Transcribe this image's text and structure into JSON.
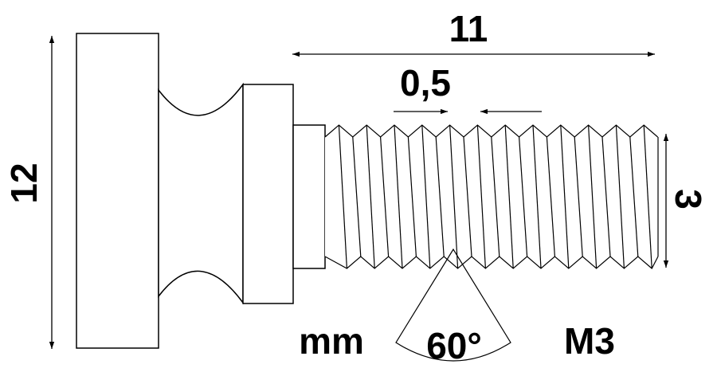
{
  "dimensions": {
    "head_height": "12",
    "thread_length": "11",
    "pitch": "0,5",
    "thread_diameter": "3"
  },
  "labels": {
    "unit": "mm",
    "thread_angle": "60°",
    "thread_spec": "M3"
  },
  "colors": {
    "line": "#000000",
    "background": "#ffffff"
  },
  "icons": {
    "arrowhead": "dimension-arrowhead-icon"
  }
}
